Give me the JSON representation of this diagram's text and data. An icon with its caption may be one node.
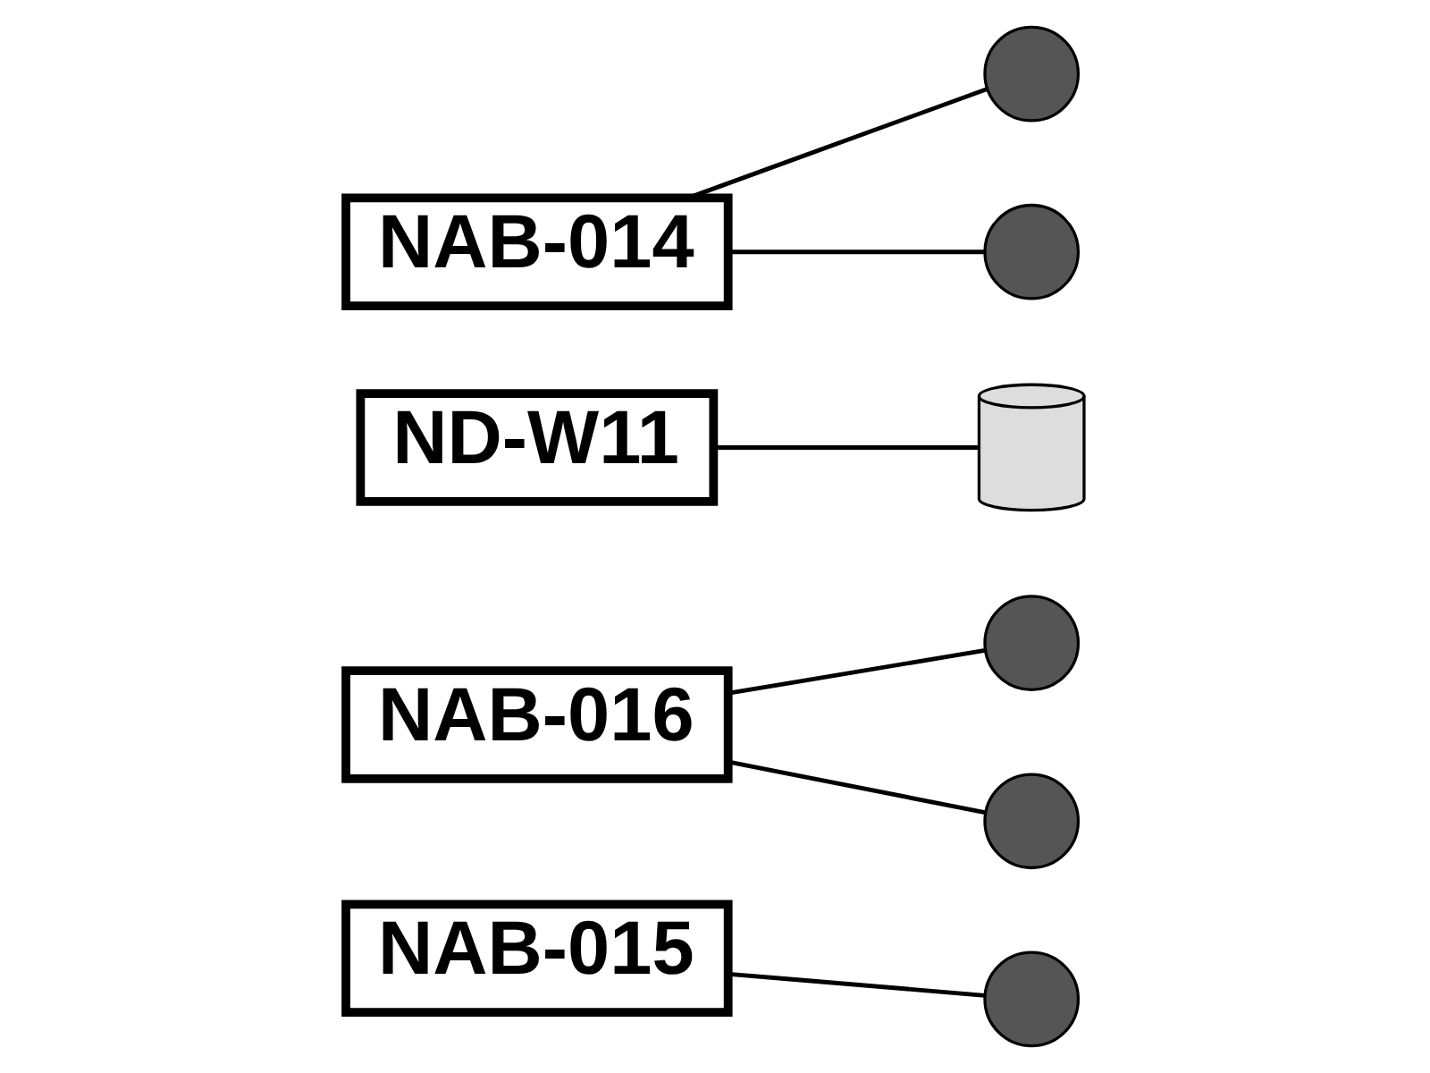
{
  "diagram": {
    "nodes": [
      {
        "text": [
          "NAB-014"
        ]
      },
      {
        "text": [],
        "shape": "circle"
      },
      {
        "text": [],
        "shape": "circle"
      },
      {
        "text": [
          "ND-W11"
        ]
      },
      {
        "text": [],
        "shape": "cylinder"
      },
      {
        "text": [
          "NAB-016"
        ]
      },
      {
        "text": [],
        "shape": "circle"
      },
      {
        "text": [],
        "shape": "circle"
      },
      {
        "text": [
          "NAB-015"
        ]
      },
      {
        "text": [],
        "shape": "circle"
      }
    ],
    "edges": [
      {
        "from": 0,
        "to": 1,
        "arrow": "none"
      },
      {
        "from": 0,
        "to": 2,
        "arrow": "none"
      },
      {
        "from": 3,
        "to": 4,
        "arrow": "none"
      },
      {
        "from": 5,
        "to": 6,
        "arrow": "none"
      },
      {
        "from": 5,
        "to": 7,
        "arrow": "none"
      },
      {
        "from": 8,
        "to": 9,
        "arrow": "none"
      }
    ]
  }
}
